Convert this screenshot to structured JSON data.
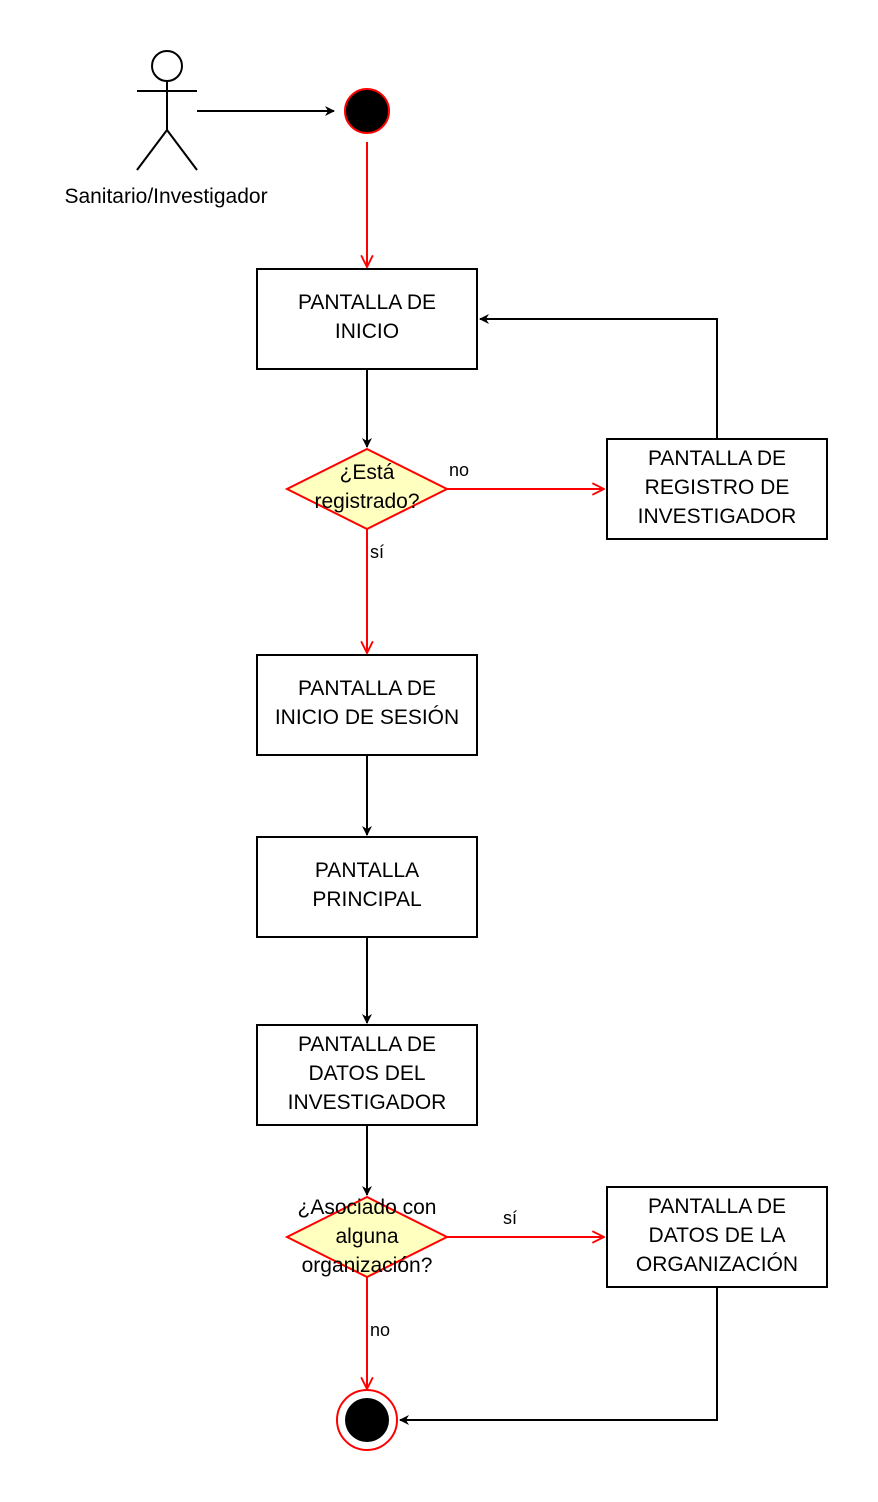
{
  "actor": {
    "label": "Sanitario/Investigador"
  },
  "nodes": {
    "inicio": {
      "lines": [
        "PANTALLA DE",
        "INICIO"
      ]
    },
    "registrado": {
      "lines": [
        "¿Está",
        "registrado?"
      ]
    },
    "registro": {
      "lines": [
        "PANTALLA DE",
        "REGISTRO DE",
        "INVESTIGADOR"
      ]
    },
    "inicio_sesion": {
      "lines": [
        "PANTALLA DE",
        "INICIO DE SESIÓN"
      ]
    },
    "principal": {
      "lines": [
        "PANTALLA",
        "PRINCIPAL"
      ]
    },
    "datos_investigador": {
      "lines": [
        "PANTALLA DE",
        "DATOS DEL",
        "INVESTIGADOR"
      ]
    },
    "asociado": {
      "lines": [
        "¿Asociado con",
        "alguna",
        "organización?"
      ]
    },
    "datos_organizacion": {
      "lines": [
        "PANTALLA DE",
        "DATOS DE LA",
        "ORGANIZACIÓN"
      ]
    }
  },
  "edges": {
    "registrado_no": "no",
    "registrado_si": "sí",
    "asociado_si": "sí",
    "asociado_no": "no"
  },
  "colors": {
    "decision_fill": "#ffffc0",
    "accent_red": "#ff0000",
    "stroke": "#000000"
  }
}
